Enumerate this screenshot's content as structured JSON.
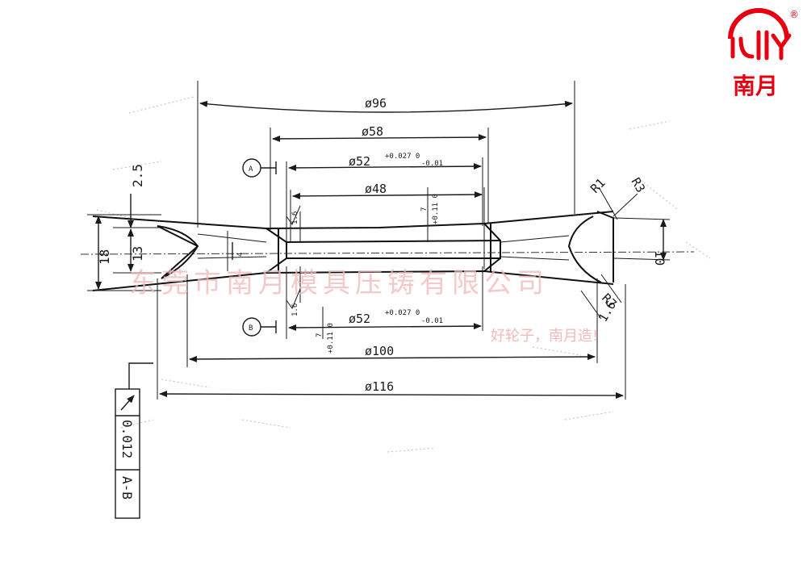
{
  "logo": {
    "name": "南月",
    "registered": "®",
    "color": "#e60012"
  },
  "watermark": {
    "company": "东莞市南月模具压铸有限公司",
    "slogan": "好轮子，南月造!",
    "color": "#f0b8b8"
  },
  "datums": {
    "a": "A",
    "b": "B"
  },
  "dimensions": {
    "d96": "ø96",
    "d58": "ø58",
    "d52_top": "ø52",
    "d52_top_tol": "+0.027 0",
    "d52_top_tol2": "-0.01",
    "d48": "ø48",
    "d52_bottom": "ø52",
    "d52_bottom_tol": "+0.027 0",
    "d52_bottom_tol2": "-0.01",
    "d100": "ø100",
    "d116": "ø116",
    "h2_5": "2.5",
    "h13": "13",
    "h18": "18",
    "h10": "10",
    "h4": "4",
    "h7_top": "7",
    "h7_top_tol": "+0.11 0",
    "h7_bottom": "7",
    "h7_bottom_tol": "+0.11 0",
    "f1_top": "1.6",
    "f1_bottom": "1.6",
    "r1": "R1",
    "r3": "R3",
    "r7": "R7",
    "f_right": "1.6"
  },
  "feature_control": {
    "symbol": "runout-icon",
    "tolerance": "0.012",
    "datum_ref": "A-B"
  }
}
